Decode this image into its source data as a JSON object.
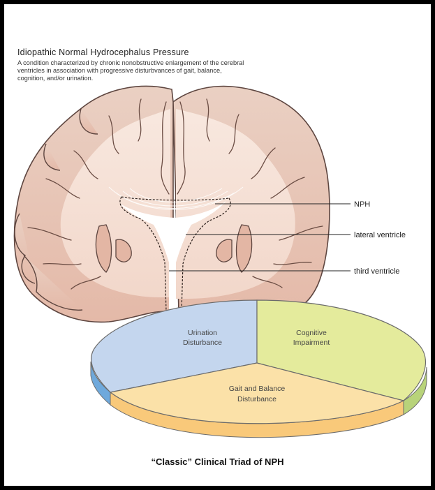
{
  "title": "Idiopathic Normal Hydrocephalus Pressure",
  "description": "A condition characterized by chronic nonobstructive enlargement of the cerebral ventricles in association with progressive disturbvances of gait, balance, cognition, and/or urination.",
  "labels": {
    "nph": "NPH",
    "lateral_ventricle": "lateral ventricle",
    "third_ventricle": "third ventricle"
  },
  "pie": {
    "urination_line1": "Urination",
    "urination_line2": "Disturbance",
    "cognitive_line1": "Cognitive",
    "cognitive_line2": "Impairment",
    "gait_line1": "Gait and Balance",
    "gait_line2": "Disturbance"
  },
  "caption": "“Classic” Clinical Triad of NPH",
  "colors": {
    "urination": "#c4d6ee",
    "cognitive": "#e4eb9c",
    "gait": "#fbe1a8",
    "brain_gray": "#e7c3b4",
    "brain_white": "#f6e2d8"
  }
}
